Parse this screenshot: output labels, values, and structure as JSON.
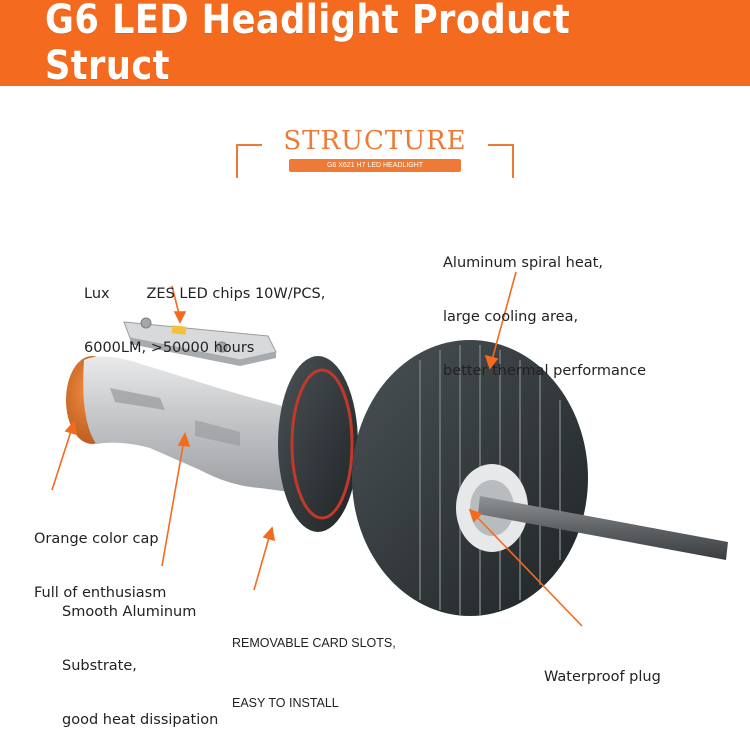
{
  "header": {
    "title": "G6 LED Headlight Product Struct"
  },
  "structure": {
    "title": "STRUCTURE",
    "subtitle": "G6 X621 H7 LED HEADLIGHT"
  },
  "callouts": {
    "chips": {
      "line1": "Lux        ZES LED chips 10W/PCS,",
      "line2": "6000LM, >50000 hours"
    },
    "heat": {
      "line1": "Aluminum spiral heat,",
      "line2": "large cooling area,",
      "line3": "better thermal performance"
    },
    "cap": {
      "line1": "Orange color cap",
      "line2": "Full of enthusiasm"
    },
    "substrate": {
      "line1": "Smooth Aluminum",
      "line2": "Substrate,",
      "line3": "good heat dissipation"
    },
    "slots": {
      "line1": "REMOVABLE CARD SLOTS,",
      "line2": "EASY TO INSTALL"
    },
    "plug": {
      "line1": "Waterproof plug"
    }
  },
  "colors": {
    "brand_orange": "#f46a1e",
    "accent_orange": "#ef7a35",
    "text": "#222222",
    "heatsink": "#2f3436",
    "aluminum": "#c9cbcd"
  }
}
